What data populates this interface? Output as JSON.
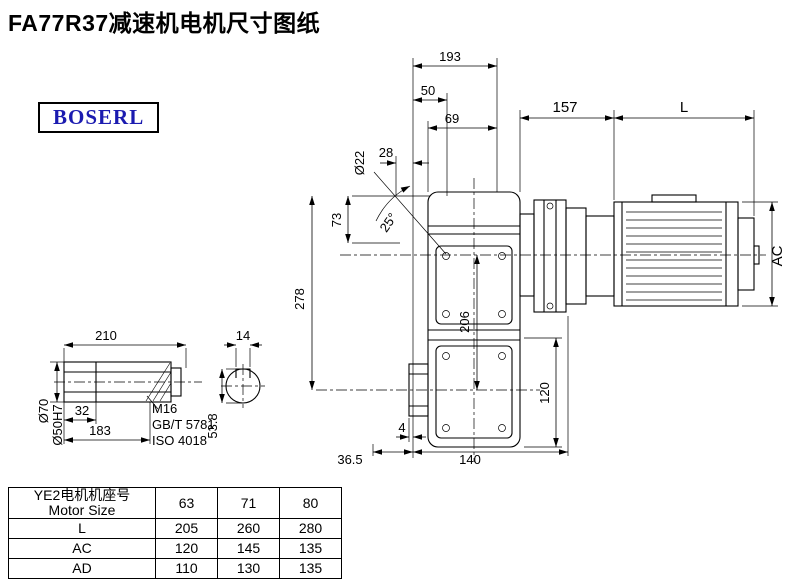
{
  "page": {
    "title": "FA77R37减速机电机尺寸图纸",
    "brand": "BOSERL"
  },
  "drawing": {
    "labels": {
      "d193": "193",
      "d50": "50",
      "d69": "69",
      "d28": "28",
      "dia22": "Ø22",
      "d73": "73",
      "angle25": "25°",
      "d157": "157",
      "L": "L",
      "AC": "AC",
      "d278": "278",
      "d206": "206",
      "d120": "120",
      "d4": "4",
      "d36_5": "36.5",
      "d140": "140",
      "d210": "210",
      "d14": "14",
      "d32": "32",
      "d183": "183",
      "dia70": "Ø70",
      "dia50": "Ø50H7",
      "m16": "M16",
      "gb": "GB/T 5781",
      "iso": "ISO 4018",
      "d53_8": "53.8"
    }
  },
  "table": {
    "header": {
      "line1": "YE2电机机座号",
      "line2": "Motor Size",
      "sizes": [
        "63",
        "71",
        "80"
      ]
    },
    "rows": [
      {
        "label": "L",
        "values": [
          "205",
          "260",
          "280"
        ]
      },
      {
        "label": "AC",
        "values": [
          "120",
          "145",
          "135"
        ]
      },
      {
        "label": "AD",
        "values": [
          "110",
          "130",
          "135"
        ]
      }
    ]
  }
}
